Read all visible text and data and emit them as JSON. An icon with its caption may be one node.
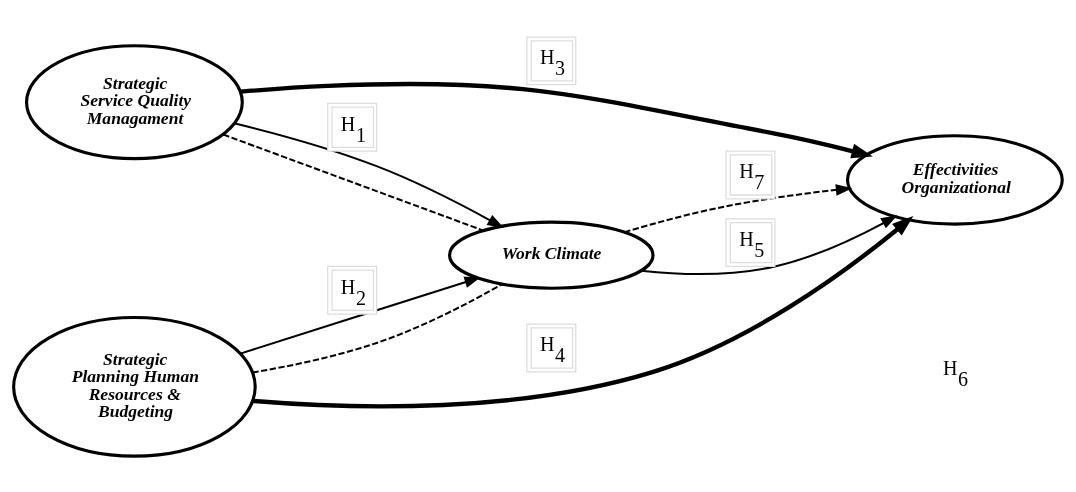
{
  "diagram": {
    "nodes": [
      {
        "text": [
          "Strategic Service Quality Managament"
        ]
      },
      {
        "text": [
          "Work Climate"
        ]
      },
      {
        "text": [
          "Effectivities Organizational"
        ]
      },
      {
        "text": [
          "Strategic Planning Human Resources & Budgeting"
        ]
      }
    ],
    "edges": [
      {
        "from": 0,
        "to": 2,
        "arrow": "to",
        "style": "thick",
        "label": "H$_{3}$"
      },
      {
        "from": 0,
        "to": 1,
        "arrow": "to",
        "label": "H$_{1}$"
      },
      {
        "from": 0,
        "to": 1,
        "arrow": "none",
        "style": "dashed"
      },
      {
        "from": 3,
        "to": 1,
        "arrow": "to",
        "label": "H$_{2}$"
      },
      {
        "from": 3,
        "to": 1,
        "arrow": "none",
        "style": "dashed"
      },
      {
        "from": 1,
        "to": 2,
        "arrow": "to",
        "label": "H$_{5}$"
      },
      {
        "from": 1,
        "to": 2,
        "arrow": "to",
        "style": "dashed",
        "label": "H$_{7}$"
      },
      {
        "from": 3,
        "to": 2,
        "arrow": "to",
        "style": "thick",
        "label": "H$_{4}$"
      }
    ],
    "labels": [
      "H$_{6}$"
    ]
  }
}
